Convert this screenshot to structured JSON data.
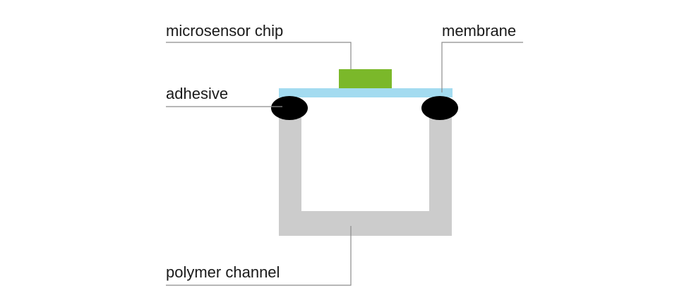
{
  "labels": {
    "microsensor_chip": "microsensor chip",
    "membrane": "membrane",
    "adhesive": "adhesive",
    "polymer_channel": "polymer channel"
  },
  "colors": {
    "chip": "#7bb82a",
    "membrane": "#a3dbf0",
    "adhesive": "#000000",
    "channel": "#cccccc",
    "leader_line": "#8c8c8c",
    "text": "#1a1a1a"
  }
}
